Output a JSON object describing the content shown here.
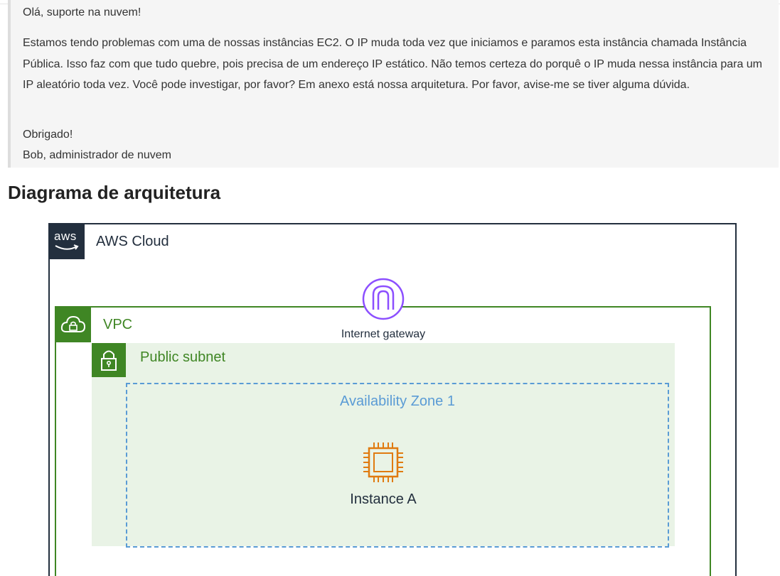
{
  "email": {
    "greeting": "Olá, suporte na nuvem!",
    "body": "Estamos tendo problemas com uma de nossas instâncias EC2. O IP muda toda vez que iniciamos e paramos esta instância chamada Instância Pública. Isso faz com que tudo quebre, pois precisa de um endereço IP estático. Não temos certeza do porquê o IP muda nessa instância para um IP aleatório toda vez. Você pode investigar, por favor? Em anexo está nossa arquitetura. Por favor, avise-me se tiver alguma dúvida.",
    "thanks": "Obrigado!",
    "signature": "Bob, administrador de nuvem"
  },
  "section": {
    "title": "Diagrama de arquitetura"
  },
  "diagram": {
    "cloud": {
      "badge_text": "aws",
      "label": "AWS Cloud",
      "color": "#232f3e"
    },
    "vpc": {
      "label": "VPC",
      "icon": "vpc-cloud-lock-icon",
      "color": "#3f8624"
    },
    "internet_gateway": {
      "label": "Internet gateway",
      "icon": "internet-gateway-icon",
      "color": "#8c4fff"
    },
    "public_subnet": {
      "label": "Public subnet",
      "icon": "padlock-icon",
      "color": "#e9f3e6"
    },
    "availability_zone": {
      "label": "Availability Zone 1",
      "color": "#5a9bd5"
    },
    "instance": {
      "label": "Instance A",
      "icon": "ec2-chip-icon",
      "color": "#e07b10"
    }
  }
}
